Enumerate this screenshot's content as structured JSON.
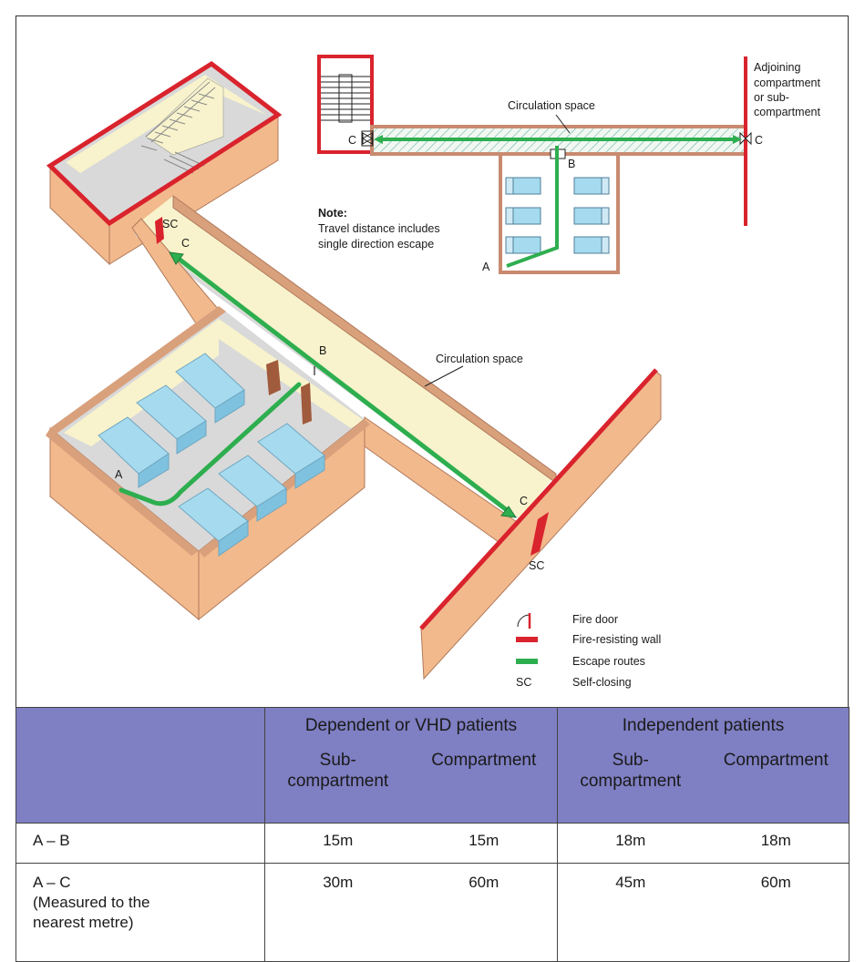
{
  "plan": {
    "circulation_label": "Circulation space",
    "adjoining_label": [
      "Adjoining",
      "compartment",
      "or sub-",
      "compartment"
    ],
    "note_title": "Note:",
    "note_lines": [
      "Travel distance includes",
      "single direction escape"
    ],
    "points": {
      "A": "A",
      "B": "B",
      "C": "C"
    }
  },
  "iso": {
    "circulation_label": "Circulation space",
    "points": {
      "A": "A",
      "B": "B",
      "C": "C"
    },
    "sc": "SC"
  },
  "legend": {
    "items": [
      {
        "key": "fire-door",
        "label": "Fire door"
      },
      {
        "key": "fire-resisting-wall",
        "label": "Fire-resisting wall"
      },
      {
        "key": "escape-routes",
        "label": "Escape routes"
      },
      {
        "key": "self-closing",
        "symbol": "SC",
        "label": "Self-closing"
      }
    ]
  },
  "colors": {
    "fire_wall": "#d9232d",
    "escape": "#2eae4f",
    "wall_face": "#f2b98c",
    "wall_top": "#d9a07c",
    "room_wall": "#f8f3cc",
    "floor": "#d9d9d9",
    "bed": "#a6dbef",
    "table_header": "#7f7fc4"
  },
  "table": {
    "groups": [
      "Dependent or VHD patients",
      "Independent patients"
    ],
    "subheads": [
      "Sub-\ncompartment",
      "Compartment",
      "Sub-\ncompartment",
      "Compartment"
    ],
    "rows": [
      {
        "label": "A – B",
        "values": [
          "15m",
          "15m",
          "18m",
          "18m"
        ]
      },
      {
        "label": "A – C",
        "note": [
          "(Measured to the",
          "nearest metre)"
        ],
        "values": [
          "30m",
          "60m",
          "45m",
          "60m"
        ]
      }
    ]
  }
}
